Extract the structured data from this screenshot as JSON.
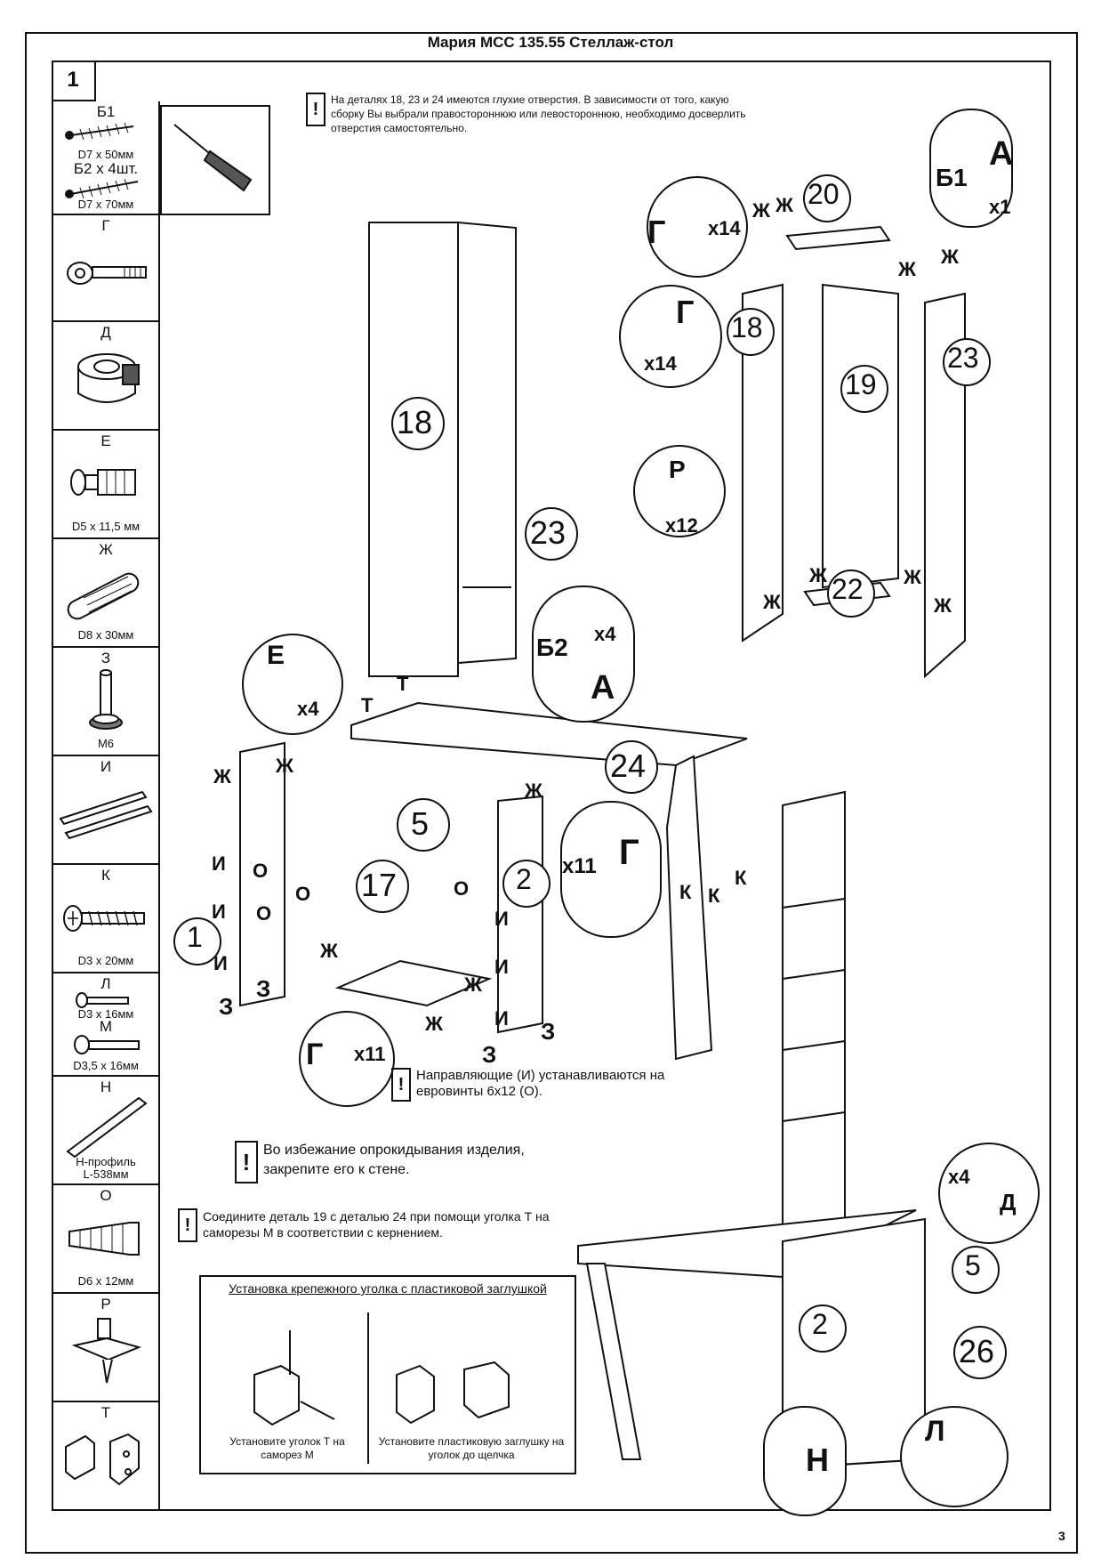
{
  "title": "Мария МСС 135.55 Стеллаж-стол",
  "step": "1",
  "page_number": "3",
  "sidebar": {
    "items": [
      {
        "label": "Б1",
        "sub1": "D7 x 50мм",
        "label2": "Б2 x 4шт.",
        "sub2": "D7 x 70мм"
      },
      {
        "label": "Г"
      },
      {
        "label": "Д"
      },
      {
        "label": "Е",
        "sub": "D5 x 11,5 мм"
      },
      {
        "label": "Ж",
        "sub": "D8 x 30мм"
      },
      {
        "label": "З",
        "sub": "M6"
      },
      {
        "label": "И"
      },
      {
        "label": "К",
        "sub": "D3 x 20мм"
      },
      {
        "label": "Л",
        "sub": "D3 x 16мм",
        "label2": "М",
        "sub2": "D3,5 x 16мм"
      },
      {
        "label": "Н",
        "sub": "Н-профиль",
        "sub2": "L-538мм"
      },
      {
        "label": "О",
        "sub": "D6 x 12мм"
      },
      {
        "label": "Р"
      },
      {
        "label": "Т"
      }
    ]
  },
  "notes": {
    "holes": "На деталях 18, 23 и 24 имеются глухие отверстия. В зависимости от того, какую сборку Вы выбрали правостороннюю или левостороннюю, необходимо досверлить отверстия самостоятельно.",
    "guides": "Направляющие (И) устанавливаются на евровинты 6х12 (О).",
    "wall": "Во избежание опрокидывания изделия, закрепите его к стене.",
    "connect": "Соедините деталь 19 с деталью 24 при помощи уголка Т на саморезы М в соответствии с кернением.",
    "exclaim": "!"
  },
  "install_box": {
    "heading": "Установка крепежного уголка с пластиковой заглушкой",
    "left_caption": "Установите уголок Т на саморез М",
    "right_caption": "Установите пластиковую заглушку на уголок до щелчка"
  },
  "part_numbers": {
    "p18_top": "18",
    "p23_top": "23",
    "p20": "20",
    "p18_r": "18",
    "p19": "19",
    "p23_r": "23",
    "p22": "22",
    "p24": "24",
    "p5": "5",
    "p17": "17",
    "p1": "1",
    "p2": "2",
    "p5_b": "5",
    "p2_b": "2",
    "p26": "26"
  },
  "callouts": {
    "b1": "Б1",
    "a1": "А",
    "x1": "x1",
    "g_top": "Г",
    "x14_top": "x14",
    "g_mid": "Г",
    "x14_mid": "x14",
    "p": "Р",
    "x12": "x12",
    "e": "Е",
    "x4_e": "x4",
    "b2": "Б2",
    "x4_b2": "x4",
    "a2": "А",
    "g_right": "Г",
    "x11_right": "x11",
    "g_bottom": "Г",
    "x11_bottom": "x11",
    "x4_d": "x4",
    "d": "Д",
    "n": "Н",
    "l": "Л"
  },
  "labels": {
    "zh": "Ж",
    "i": "И",
    "o": "О",
    "z": "З",
    "t": "Т",
    "k": "К"
  }
}
